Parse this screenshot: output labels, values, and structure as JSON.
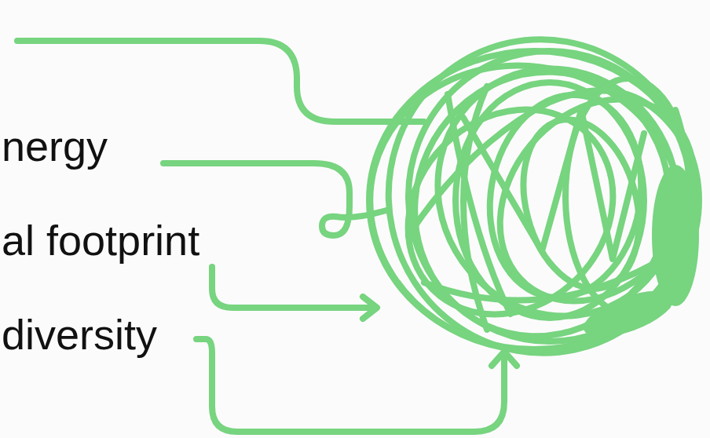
{
  "diagram": {
    "labels": [
      "nergy",
      "al footprint",
      "diversity"
    ]
  }
}
